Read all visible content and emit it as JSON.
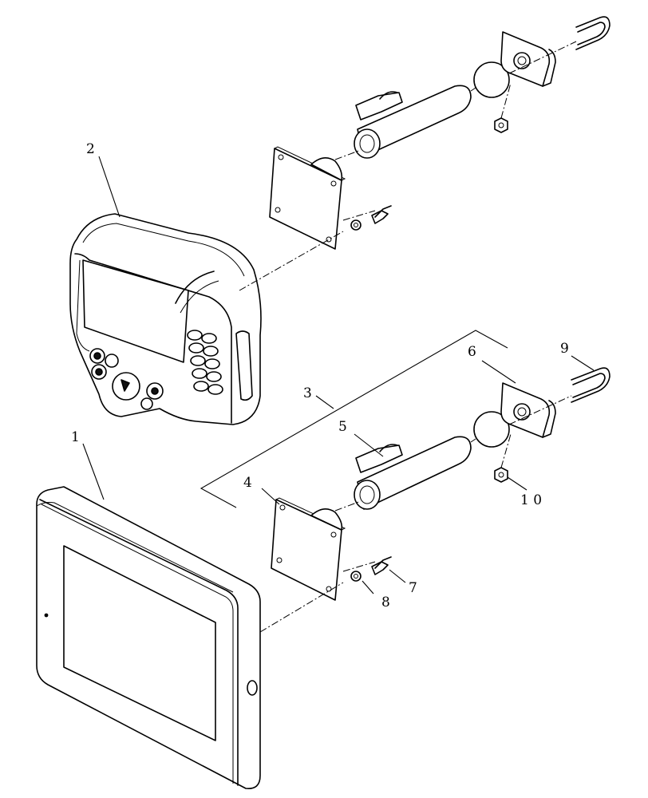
{
  "callouts": {
    "c1": "1",
    "c2": "2",
    "c3": "3",
    "c4": "4",
    "c5": "5",
    "c6": "6",
    "c7": "7",
    "c8": "8",
    "c9": "9",
    "c10": "1 0"
  }
}
